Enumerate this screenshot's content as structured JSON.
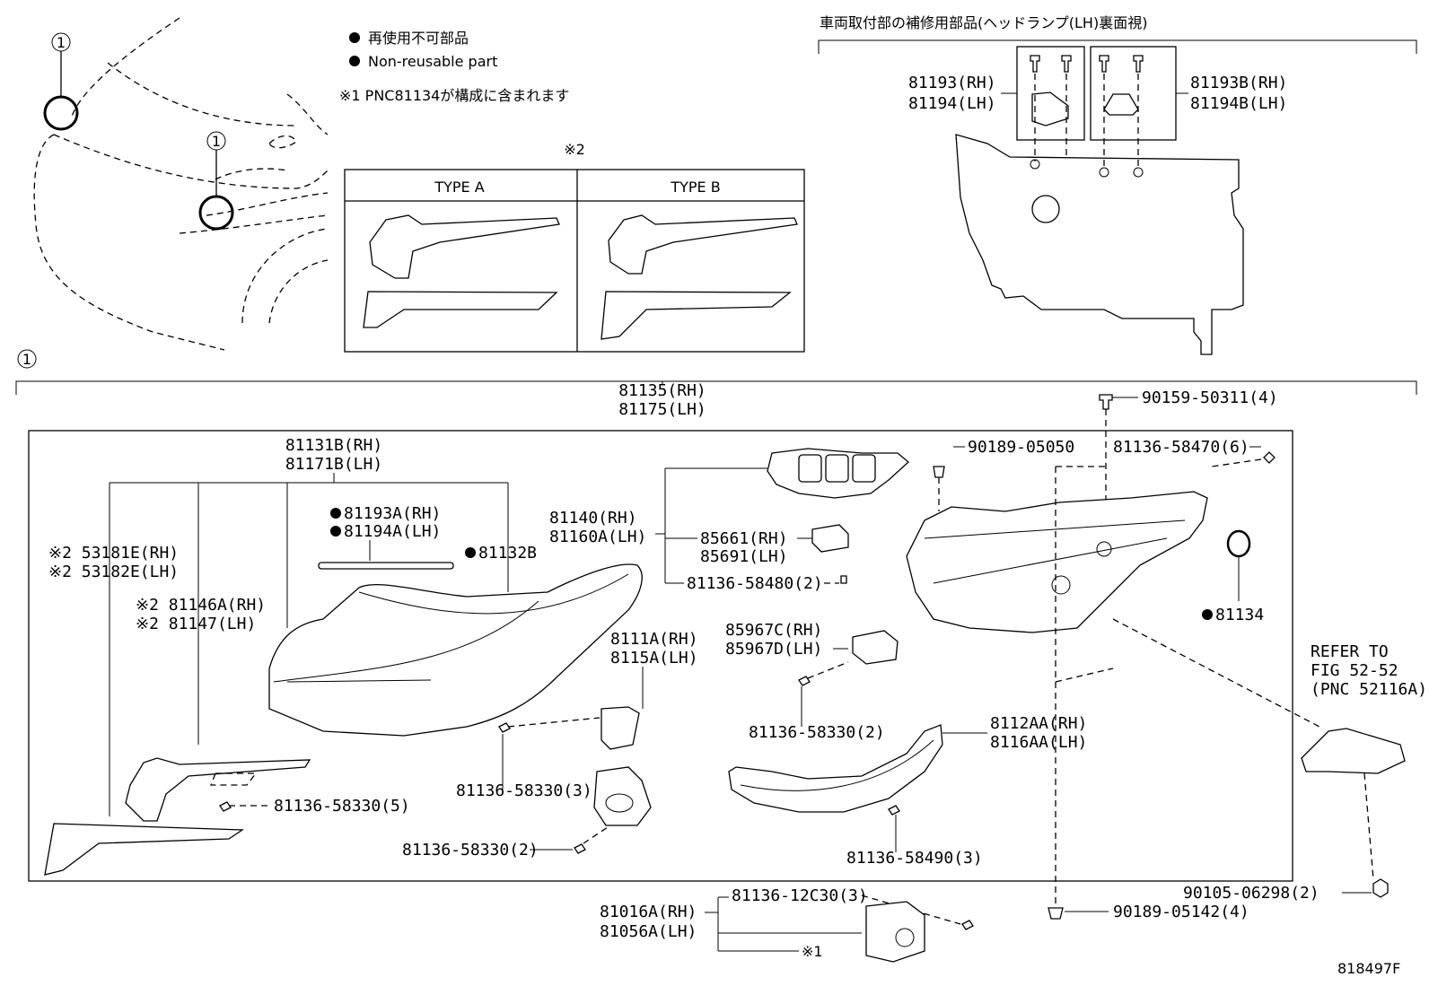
{
  "legend": {
    "jp": "再使用不可部品",
    "en": "Non-reusable part",
    "note1": "※1 PNC81134が構成に含まれます"
  },
  "callout_number": "1",
  "note2_mark": "※2",
  "type_a": "TYPE A",
  "type_b": "TYPE B",
  "repair_title": "車両取付部の補修用部品(ヘッドランプ(LH)裏面視)",
  "labels": {
    "p81193_rh": "81193(RH)",
    "p81194_lh": "81194(LH)",
    "p81193b_rh": "81193B(RH)",
    "p81194b_lh": "81194B(LH)",
    "p81135_rh": "81135(RH)",
    "p81175_lh": "81175(LH)",
    "p90159": "90159-50311(4)",
    "p81131b_rh": "81131B(RH)",
    "p81171b_lh": "81171B(LH)",
    "p81193a_rh": "81193A(RH)",
    "p81194a_lh": "81194A(LH)",
    "p81132b": "81132B",
    "p53181e": "※2 53181E(RH)",
    "p53182e": "※2 53182E(LH)",
    "p81146a": "※2 81146A(RH)",
    "p81147": "※2 81147(LH)",
    "p81140_rh": "81140(RH)",
    "p81160a_lh": "81160A(LH)",
    "p85661_rh": "85661(RH)",
    "p85691_lh": "85691(LH)",
    "p58480": "81136-58480(2)",
    "p90189_05050": "90189-05050",
    "p58470": "81136-58470(6)",
    "p81134": "81134",
    "p8111a": "8111A(RH)",
    "p8115a": "8115A(LH)",
    "p85967c": "85967C(RH)",
    "p85967d": "85967D(LH)",
    "p58330_2a": "81136-58330(2)",
    "p58330_3": "81136-58330(3)",
    "p58330_5": "81136-58330(5)",
    "p58330_2b": "81136-58330(2)",
    "p8112aa": "8112AA(RH)",
    "p8116aa": "8116AA(LH)",
    "p58490": "81136-58490(3)",
    "refer1": "REFER TO",
    "refer2": "FIG 52-52",
    "refer3": "(PNC 52116A)",
    "p90105": "90105-06298(2)",
    "p12c30": "81136-12C30(3)",
    "p81016a": "81016A(RH)",
    "p81056a": "81056A(LH)",
    "p90189_05142": "90189-05142(4)",
    "note1_mark": "※1"
  },
  "figure_id": "818497F"
}
